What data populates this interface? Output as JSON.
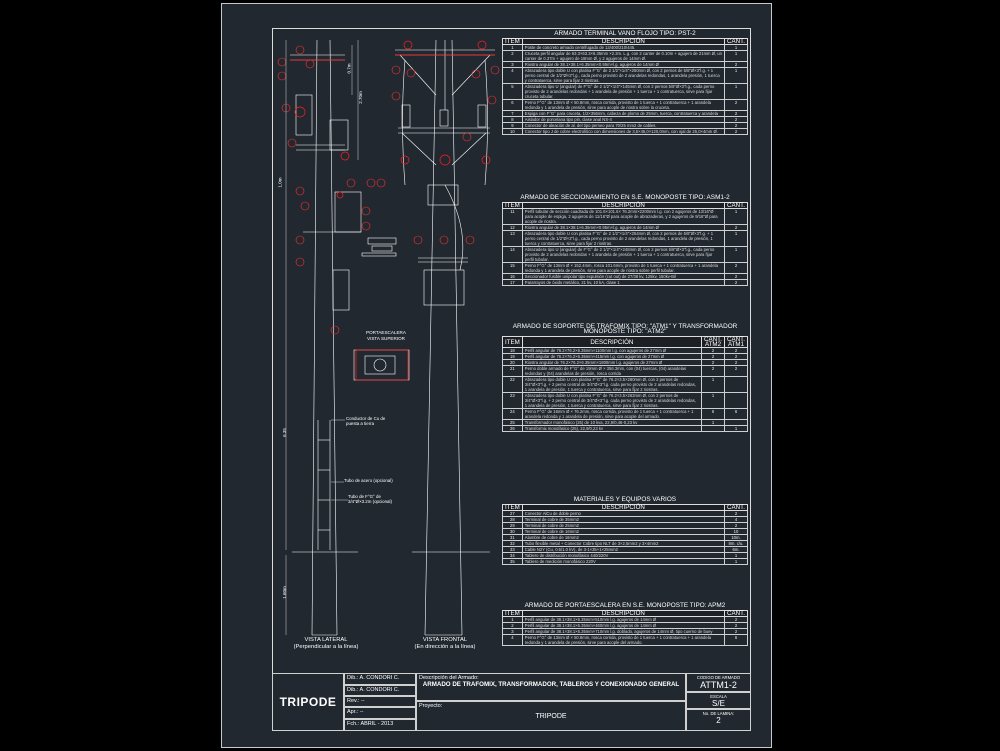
{
  "drawing": {
    "view_lateral_title": "VISTA LATERAL",
    "view_lateral_sub": "(Perpendicular a la línea)",
    "view_frontal_title": "VISTA FRONTAL",
    "view_frontal_sub": "(En dirección a la línea)",
    "portaescalera_title": "PORTAESCALERA",
    "portaescalera_sub": "VISTA SUPERIOR",
    "note_1": "Conductor de Cu de",
    "note_1b": "puesta a tierra",
    "note_2": "Tubo de acero (opcional)",
    "note_3": "Tubo de F°G° de",
    "note_3b": "3/4\"Ø×3.2m (opcional)",
    "dim_1": "1.0m",
    "dim_2": "6.35",
    "dim_3": "1.60m",
    "dim_4": "2.70m",
    "dim_5": "0.7m",
    "colors": {
      "background": "#000000",
      "sheet": "#212830",
      "red": "#ff2020",
      "line": "#ffffff"
    }
  },
  "tables": [
    {
      "title": "ARMADO TERMINAL VANO FLOJO TIPO: PST-2",
      "headers": [
        "ITEM",
        "DESCRIPCIÓN",
        "CANT."
      ],
      "rows": [
        [
          "1",
          "Poste de concreto armado centrifugado de 13/400/210/445.",
          "1"
        ],
        [
          "2",
          "Cruceta perfil angular de 63.3×63.3×6.35mm ×2.2m. L.g. con 2 canter de 0.10m + agujero de 21mm Ø, un canter de 0.37m + agujero de 18mm Ø, y 2 agujeros de 14mm Ø.",
          "1"
        ],
        [
          "3",
          "Riostra angular de 38.1×38.1×6.35mm×0.95m×l.g. agujeros de 14mm Ø",
          "2"
        ],
        [
          "4",
          "Abrazadera tipo doble U con platina F°G° de 2 1/2\"×1/4\"×250mm Ø, con 2 pernos de 5/8\"Ø×3\"l.g. + 1 perno central de 1/2\"Ø×2\"l.g., cada perno provisto de 2 arandelas redondas, 1 arandela presión, 1 tuerca y contratuerca, sirve para fijar 2 riostras.",
          "1"
        ],
        [
          "5",
          "Abrazadera tipo U (angular) de F°G° de 2 1/2\"×1/4\"×145mm Ø, con 2 pernos 5/8\"Ø×3\"l.g., cada perno provisto de 2 arandelas redondas + 1 arandela de presión + 1 tuerca + 1 contratuerca, sirve para fijar cruceta tubular.",
          "1"
        ],
        [
          "6",
          "Perno F°G° de 13mm Ø × 50.8mm, rosca corrida, provisto de 1 tuerca + 1 contratuerca + 1 arandela redonda y 1 arandela de presión, sirve para acople de riostra sobre la cruceta.",
          "2"
        ],
        [
          "7",
          "Espiga con F°G° para cruceta, 1/2×356mm, cabeza de plomo de 25mm, tuerca, contratuerca y arandela",
          "2"
        ],
        [
          "8",
          "Aislador de porcelana tipo pin, clase anal NS-4",
          "2"
        ],
        [
          "9",
          "Conector de aleación de al. del tipo perneo para 70/25 mm2 de cables.",
          "2"
        ],
        [
          "10",
          "Conector tipo J de cobre electrolítico con dimensiones de 3,5×45,0×120,0mm, con ojal de 25,0×4mm Ø.",
          "2"
        ]
      ]
    },
    {
      "title": "ARMADO DE SECCIONAMIENTO EN S.E. MONOPOSTE TIPO: ASM1-2",
      "headers": [
        "ITEM",
        "DESCRIPCIÓN",
        "CANT."
      ],
      "rows": [
        [
          "11",
          "Perfil tubular de sección cuadrada de 101.6×101.6× 76.2mm×2200mm l.g. con 2 agujeros de 13/16\"Ø para acople de espiga, 2 agujeros de 11/16\"Ø para acople de abrazaderas, y 2 agujeros de 9/16\"Ø para acople de riostra.",
          "1"
        ],
        [
          "12",
          "Riostra angular de 38.1×38.1×6.35mm×0.95m×l.g. agujeros de 14mm Ø",
          "2"
        ],
        [
          "13",
          "Abrazadera tipo doble U con platina F°G° de 2 1/2\"×1/4\"×254mm Ø, con 2 pernos de 5/8\"Ø×3\"l.g. + 1 perno central de 1/2\"Ø×2\"l.g., cada perno provisto de 2 arandelas redondas, 1 arandela de presión, 1 tuerca y contratuerca, sirve para fijar 2 riostras.",
          "1"
        ],
        [
          "14",
          "Abrazadera tipo U (angular) de F°G° de 2 1/2\"×1/4\"×248mm Ø, con 2 pernos 5/8\"Ø×3\"l.g., cada perno provisto de 2 arandelas redondas + 1 arandela de presión + 1 tuerca + 1 contratuerca, sirve para fijar perfil tubular.",
          "1"
        ],
        [
          "15",
          "Perno F°G° de 13mm Ø × 152.4mm, rosca 101.6mm, provisto de 1 tuerca + 1 contratuerca + 1 arandela redonda y 1 arandela de presión, sirve para acople de riostra sobre perfil tubular.",
          "2"
        ],
        [
          "16",
          "Seccionador fusible unipolar tipo expulsión (cut out) de 27/38 kv, 125kv, 150kv-Bil",
          "2"
        ],
        [
          "17",
          "Pararrayos de óxido metálico, 21 kv, 10 kA, clase 1",
          "2"
        ]
      ]
    },
    {
      "title": "ARMADO DE SOPORTE DE TRAFOMIX TIPO: \"ATM1\" Y TRANSFORMADOR MONOPOSTE TIPO: \"ATM2\"",
      "headers": [
        "ITEM",
        "DESCRIPCIÓN",
        "CANT. ATM2",
        "CANT. ATM1"
      ],
      "rows": [
        [
          "18",
          "Perfil angular de 76.2×76.2×6.35mm×1100mm l.g. con agujeros de 27mm Ø",
          "2",
          "2"
        ],
        [
          "19",
          "Perfil angular de 76.2×76.2×6.35mm×415mm l.g. con agujeros de 27mm Ø",
          "2",
          "2"
        ],
        [
          "20",
          "Riostra angular de 76.2×76.2×6.35mm×1800mm l.g. agujeros de 27mm Ø",
          "2",
          "2"
        ],
        [
          "21",
          "Perno doble armado de F°G° de 19mm Ø × 356.3mm, con (04) tuercas, (04) arandelas redondas y (04) arandelas de presión, rosca corrida",
          "2",
          "2"
        ],
        [
          "22",
          "Abrazadera tipo doble U con platina F°G° de 76.2×3.5×280mm Ø, con 2 pernos de 3/4\"Ø×3\"l.g. + 2 perno central de 3/4\"Ø×3\"l.g. cada perno provisto de 2 arandelas redondas, 1 arandela de presión, 1 tuerca y contratuerca, sirve para fijar 2 riostras.",
          "1",
          ""
        ],
        [
          "23",
          "Abrazadera tipo doble U con platina F°G° de 76.2×3.5×262mm Ø, con 2 pernos de 3/4\"Ø×3\"l.g. + 2 perno central de 3/4\"Ø×3\"l.g. cada perno provisto de 2 arandelas redondas, 1 arandela de presión, 1 tuerca y contratuerca, sirve para fijar 2 riostras.",
          "1",
          ""
        ],
        [
          "24",
          "Perno F°G° de 16mm Ø × 76.2mm, rosca corrida, provisto de 1 tuerca + 1 contratuerca + 1 arandela redonda y 1 arandela de presión, sirve para acople del armado.",
          "6",
          "6"
        ],
        [
          "25",
          "Transformador monofásico (25) de 10 kva, 22,9/0,46-0,23 kv",
          "1",
          ""
        ],
        [
          "26",
          "Transformix monofásico (25), 22,9/0,23 kv",
          "",
          "1"
        ]
      ]
    },
    {
      "title": "MATERIALES Y EQUIPOS VARIOS",
      "headers": [
        "ITEM",
        "DESCRIPCIÓN",
        "CANT."
      ],
      "rows": [
        [
          "27",
          "Conector AlCu de doble perno",
          "2"
        ],
        [
          "28",
          "Terminal de cobre de 35mm2",
          "4"
        ],
        [
          "29",
          "Terminal de cobre de 25mm2",
          "2"
        ],
        [
          "30",
          "Terminal de cobre de 16mm2",
          "10"
        ],
        [
          "31",
          "Alambre de cobre de 16mm2",
          "10m."
        ],
        [
          "32",
          "Tubo flexible metal + Conector Cobre tipo NLT de 3×2,5mm2 y 3×4mm2",
          "8m. c/u."
        ],
        [
          "33",
          "Cable N2Y (Cu, 0.6/1.0 kV), de 3-1×35+1×25mm2",
          "6m."
        ],
        [
          "34",
          "Tablero de distribución monofásico 440/220V",
          "1"
        ],
        [
          "35",
          "Tablero de medición monofásico 220V",
          "1"
        ]
      ]
    },
    {
      "title": "ARMADO DE PORTAESCALERA EN S.E. MONOPOSTE TIPO: APM2",
      "headers": [
        "ITEM",
        "DESCRIPCIÓN",
        "CANT."
      ],
      "rows": [
        [
          "1",
          "Perfil angular de 38.1×38.1×6.35mm×510mm l.g. agujeros de 14mm Ø",
          "2"
        ],
        [
          "2",
          "Perfil angular de 38.1×38.1×6.35mm×460mm l.g. agujeros de 14mm Ø",
          "2"
        ],
        [
          "3",
          "Perfil angular de 38.1×38.1×6.35mm×710mm l.g. doblado, agujeros de 14mm Ø, tipo cuerno de buey",
          "2"
        ],
        [
          "4",
          "Perno F°G° de 13mm Ø × 50.8mm, rosca corrida, provisto de 1 tuerca + 1 contratuerca + 1 arandela redonda y 1 arandela de presión, sirve para acople del armado.",
          "6"
        ]
      ]
    }
  ],
  "title_block": {
    "logo": "TRIPODE",
    "dib_label": "Dib.:",
    "dib_value": "A. CONDORI C.",
    "dib2_label": "Dib.:",
    "dib2_value": "A. CONDORI C.",
    "rev_label": "Rev.:",
    "rev_value": "--",
    "apr_label": "Apr.:",
    "apr_value": "--",
    "fch_label": "Fch.:",
    "fch_value": "ABRIL - 2013",
    "desc_label": "Descripción del Armado:",
    "desc_value": "ARMADO DE TRAFOMIX, TRANSFORMADOR, TABLEROS Y CONEXIONADO GENERAL",
    "proyecto_label": "Proyecto:",
    "proyecto_value": "TRIPODE",
    "codigo_label": "CODIGO DE ARMADO",
    "codigo_value": "ATTM1-2",
    "escala_label": "ESCALA",
    "escala_value": "S/E",
    "lamina_label": "No. DE LAMINA:",
    "lamina_value": "2"
  }
}
